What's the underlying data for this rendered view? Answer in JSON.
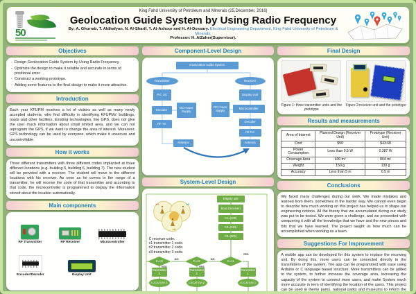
{
  "colors": {
    "accent_header_text": "#1b80c4",
    "component_box_blue": "#5b9bd5",
    "flow_green": "#6fae44",
    "frame_green": "#c6e3a0",
    "poster_bg": "#92b27b"
  },
  "header": {
    "affiliation_line": "King Fahd University of Petroleum and Minerals (25,December, 2016)",
    "title": "Geolocation Guide System by Using Radio Frequency",
    "authors_by": "By: A. Ghurrab, T. Aldhafyan, N. Al-Sharif, Y. Al-Ashoor and H. Al-Dossary.",
    "department": " Electrical Engineering Department, King Fahd University of Petroleum & Minerals.",
    "professor_line": "Professor: H. AlZaher(Supervisor).",
    "logo_anniversary": "50"
  },
  "sections": {
    "objectives": {
      "title": "Objectives",
      "bullets": [
        "Design Geolocation Guide System by Using Radio Frequency.",
        "Optimize the design to make it reliable and accurate in terms of positional error.",
        "Construct a working prototype.",
        "Adding some features to the final design to make it more attractive."
      ]
    },
    "introduction": {
      "title": "Introduction",
      "text": "Each year KFUPM receives a lot of visitors as well as many newly accepted students, who find difficulty in identifying KFUPMs' buildings, roads and other facilities. Existing technologies, like GPS, does not give the user much information about small limited area, and we can not reprogram the GPS, if we want to change the area of interest. Moreover, GPS technology can be used by everyone, which make it unsecure and uncontrollable."
    },
    "how_it_works": {
      "title": "How it works",
      "text": "Three different transmitters with three different codes implanted at three different locations (e.g. building 5, building 6, building 7). The new student will be provided with a receiver. The student will move to the different locations with his receiver. As soon as he comes in the range of a transmitter, he will receive the code of that transmitter and according to that code, the microcontroller is programmed to display the information stored about the location automatically."
    },
    "main_components": {
      "title": "Main components",
      "items": [
        "RF Transmitter",
        "RF Receiver",
        "Microcontroller",
        "Encoder/Decoder",
        "Display Unit"
      ]
    },
    "component_level": {
      "title": "Component-Level Design",
      "root": "Geolocation Guide System",
      "tx": {
        "label": "Transmitter",
        "uc": "PIC UC",
        "encoder": "Encoder",
        "power": "DC Power Supply",
        "rf": "RF TX",
        "antenna": "Antenna"
      },
      "rx": {
        "label": "Receiver",
        "display": "Display Unit",
        "micro": "Microcontroller",
        "power": "DC Power Supply",
        "decoder": "Decoder",
        "rf": "RF RX",
        "antenna": "Antenna"
      }
    },
    "system_level": {
      "title": "System-Level Design",
      "venn_labels": [
        "c1",
        "c2",
        "c3"
      ],
      "legend": [
        "C:receiver code.",
        "c1:transmitter 1 code.",
        "c2:transmitter 2 code.",
        "c3:transmitter 3 code."
      ],
      "flow": {
        "display": "Display unit",
        "scan": "Scan (receiver)",
        "codes": [
          "C1=(100)",
          "C2=(010)",
          "C3=(001)"
        ],
        "decisions": [
          "C=c3",
          "C=c2",
          "C=c1"
        ],
        "transmitters": [
          "Transmitter 3",
          "Transmitter 2",
          "Transmitter 1"
        ],
        "locations": [
          "LOCATION 3",
          "LOCATION 2",
          "LOCATION 1"
        ],
        "yes": "YES",
        "no": "NO"
      }
    },
    "final_design": {
      "title": "Final Design",
      "fig1_caption": "Figure 1: three transmitter units and the prototype",
      "fig2_caption": "Figure 2:receiver unit and the prototype"
    },
    "results": {
      "title": "Results and measurements",
      "table": {
        "headers": [
          "Area of Interest",
          "Planned Design (Receiver Unit)",
          "Prototype (Receiver Unit)"
        ],
        "rows": [
          [
            "Cost",
            "$50",
            "$43.68"
          ],
          [
            "Power Consumption",
            "Less than 0.5 W",
            "0.387 W"
          ],
          [
            "Coverage Area",
            "400 m²",
            "804 m²"
          ],
          [
            "Weight",
            "150 g",
            "130 g"
          ],
          [
            "Accuracy",
            "Less than 5 m",
            "0.5 m"
          ]
        ]
      }
    },
    "conclusions": {
      "title": "Conclusions",
      "text": "We faced many challenges during our work. We made mistakes and learned from them, sometimes in the harder way. We cannot even begin to describe how much working on this project has helped us to shape our engineering notions. All the theory that we accumulated during our study was put to be tested. We were given a challenge, and we proceeded with conquering it with all the knowledge that we have and the new pieces and bits that we have learned. The project taught us how much can be accomplished when working as a team."
    },
    "suggestions": {
      "title": "Suggestions For Improvement",
      "text": "A mobile app can be developed for this system to replace the receiving unit. By doing this, more users can be connected directly to the transmitters of the system. The app can be programmed with ease using Arduino or C language based structure. More transmitters can be added to the system, to further increase the coverage area, increasing the capacity of the system to connect more users, and make System much more accurate in term of identifying the location of the users. This project can be used in theme parks, national parks and museums to inform the user about his/her current location."
    }
  }
}
